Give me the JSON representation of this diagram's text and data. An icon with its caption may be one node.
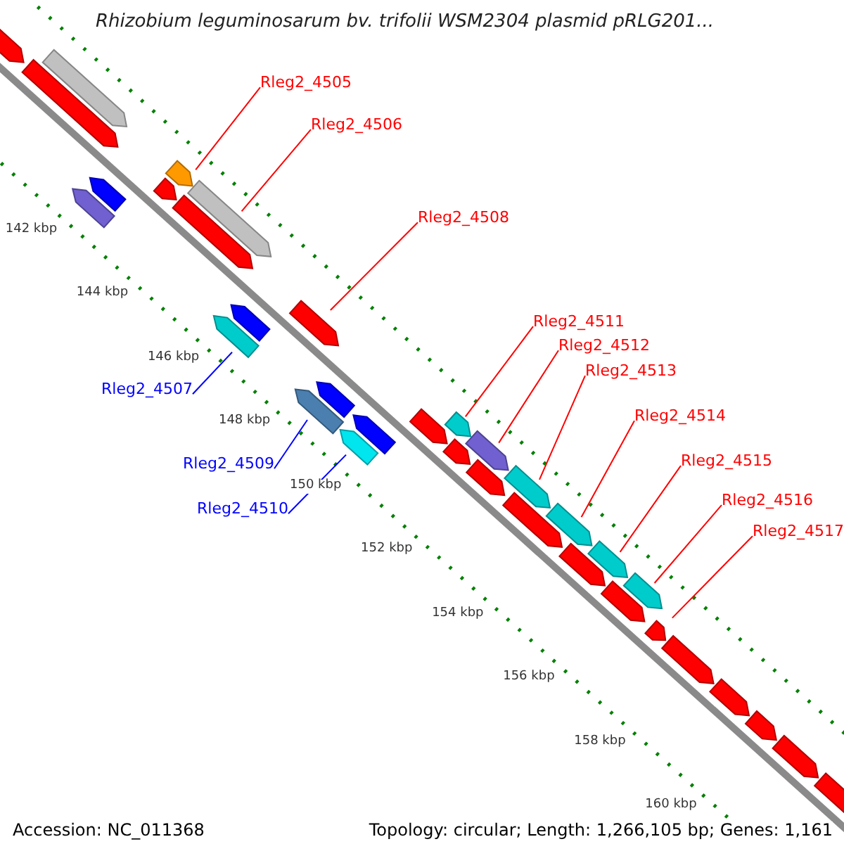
{
  "diagram": {
    "title": "Rhizobium leguminosarum bv. trifolii WSM2304 plasmid pRLG201...",
    "nodes": [
      {
        "text": [
          "Rleg2_4505"
        ]
      },
      {
        "text": [
          "Rleg2_4506"
        ]
      },
      {
        "text": [
          "Rleg2_4508"
        ]
      },
      {
        "text": [
          "Rleg2_4511"
        ]
      },
      {
        "text": [
          "Rleg2_4512"
        ]
      },
      {
        "text": [
          "Rleg2_4513"
        ]
      },
      {
        "text": [
          "Rleg2_4507"
        ]
      },
      {
        "text": [
          "Rleg2_4514"
        ]
      },
      {
        "text": [
          "Rleg2_4515"
        ]
      },
      {
        "text": [
          "Rleg2_4509"
        ]
      },
      {
        "text": [
          "Rleg2_4516"
        ]
      },
      {
        "text": [
          "Rleg2_4510"
        ]
      },
      {
        "text": [
          "Rleg2_4517"
        ]
      }
    ],
    "edges": [
      {
        "from": 0,
        "to": null,
        "arrow": "none"
      },
      {
        "from": 1,
        "to": null,
        "arrow": "none"
      },
      {
        "from": 2,
        "to": null,
        "arrow": "none"
      },
      {
        "from": 3,
        "to": null,
        "arrow": "none"
      },
      {
        "from": 4,
        "to": null,
        "arrow": "none"
      },
      {
        "from": 5,
        "to": null,
        "arrow": "none"
      },
      {
        "from": 6,
        "to": null,
        "arrow": "none",
        "color": "#0000ff"
      },
      {
        "from": 7,
        "to": null,
        "arrow": "none"
      },
      {
        "from": 8,
        "to": null,
        "arrow": "none"
      },
      {
        "from": 9,
        "to": null,
        "arrow": "none",
        "color": "#0000ff"
      },
      {
        "from": 10,
        "to": null,
        "arrow": "none"
      },
      {
        "from": 11,
        "to": null,
        "arrow": "none",
        "color": "#0000ff"
      },
      {
        "from": 12,
        "to": null,
        "arrow": "none"
      }
    ],
    "labels": [
      "142 kbp",
      "144 kbp",
      "146 kbp",
      "148 kbp",
      "150 kbp",
      "152 kbp",
      "154 kbp",
      "156 kbp",
      "158 kbp",
      "160 kbp",
      "Accession: NC_011368",
      "Topology: circular; Length: 1,266,105 bp; Genes: 1,161"
    ]
  }
}
